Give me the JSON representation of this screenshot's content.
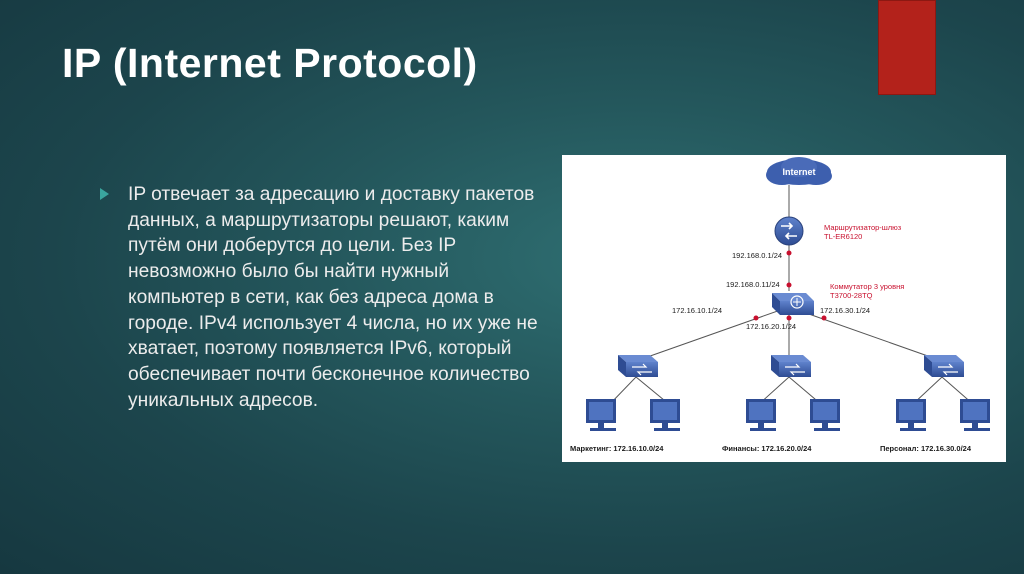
{
  "slide": {
    "title": "IP (Internet Protocol)",
    "body": "IP отвечает за адресацию и доставку пакетов данных, а маршрутизаторы решают, каким путём они доберутся до цели. Без IP невозможно было бы найти нужный компьютер в сети, как без адреса дома в городе. IPv4 использует 4 числа, но их уже не хватает, поэтому появляется IPv6, который обеспечивает почти бесконечное количество уникальных адресов."
  },
  "diagram": {
    "cloud_label": "Internet",
    "router_name": "Маршрутизатор-шлюз",
    "router_model": "TL-ER6120",
    "router_ip": "192.168.0.1/24",
    "switch_uplink_ip": "192.168.0.11/24",
    "core_switch_name": "Коммутатор 3 уровня",
    "core_switch_model": "T3700-28TQ",
    "vlan_left_ip": "172.16.10.1/24",
    "vlan_mid_ip": "172.16.20.1/24",
    "vlan_right_ip": "172.16.30.1/24",
    "segment_left": "Маркетинг: 172.16.10.0/24",
    "segment_mid": "Финансы: 172.16.20.0/24",
    "segment_right": "Персонал: 172.16.30.0/24",
    "colors": {
      "device": "#3d5fae",
      "red_label": "#c8102e",
      "text": "#1a1a1a",
      "line": "#555555"
    }
  }
}
